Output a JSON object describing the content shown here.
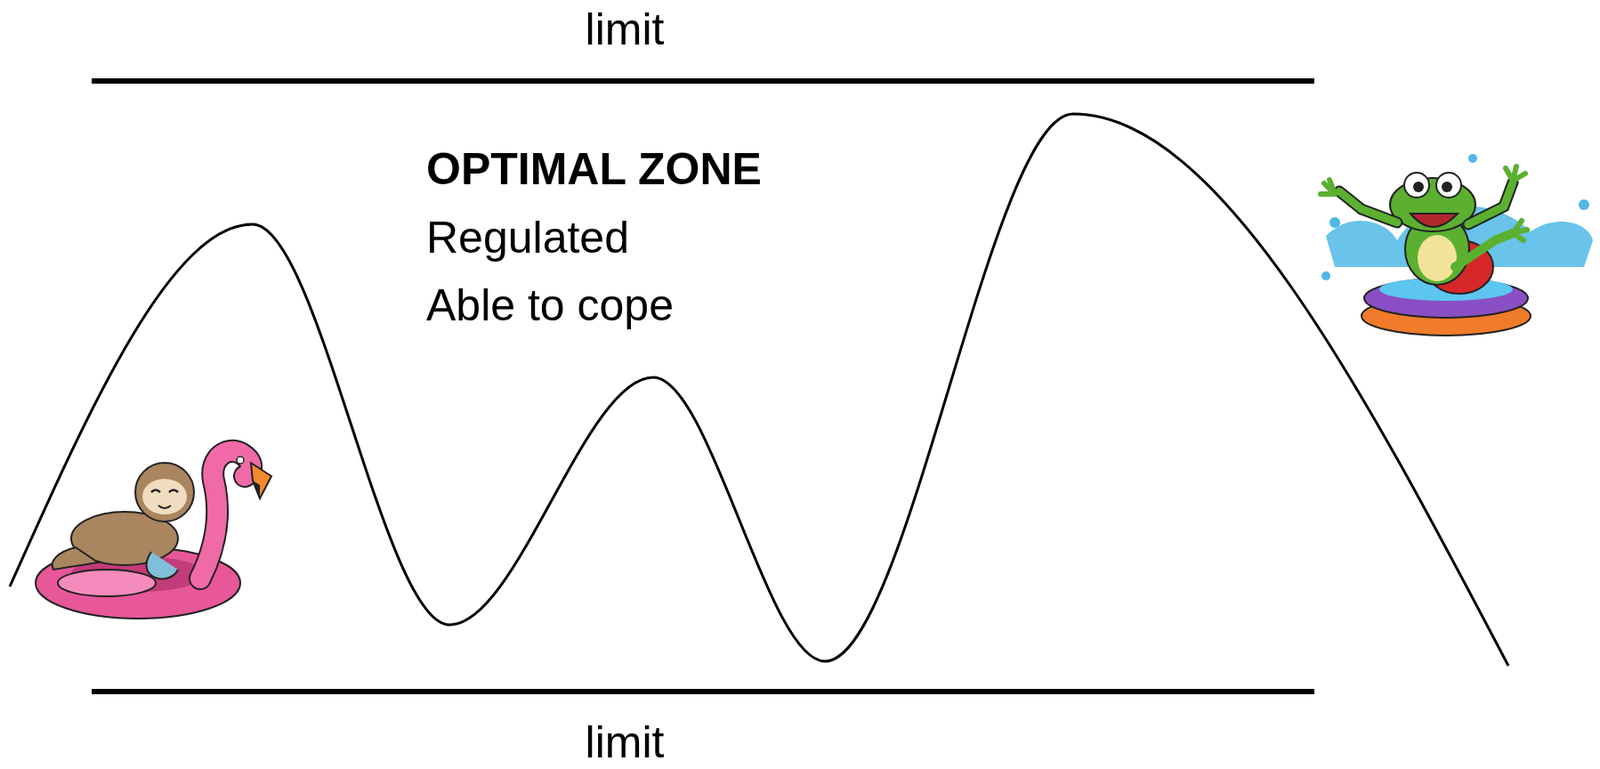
{
  "diagram": {
    "labels": [
      "limit",
      "OPTIMAL ZONE",
      "Regulated",
      "Able to cope",
      "limit"
    ]
  }
}
